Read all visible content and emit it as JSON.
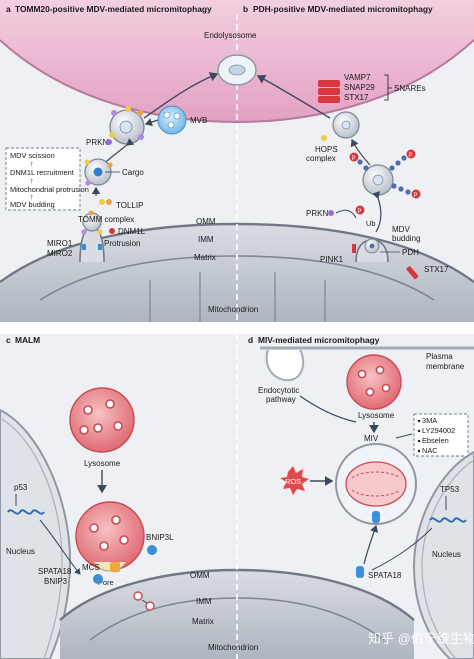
{
  "panels": {
    "a": {
      "letter": "a",
      "title": "TOMM20-positive MDV-mediated micromitophagy",
      "labels": {
        "endolysosome": "Endolysosome",
        "mvb": "MVB",
        "prkn": "PRKN",
        "cargo": "Cargo",
        "tollip": "TOLLIP",
        "tomm_complex": "TOMM complex",
        "dnm1l": "DNM1L",
        "miro1": "MIRO1",
        "miro2": "MIRO2",
        "protrusion": "Protrusion",
        "omm": "OMM",
        "imm": "IMM",
        "matrix": "Matrix",
        "mitochondrion": "Mitochondrion"
      },
      "steps": [
        "MDV scission",
        "DNM1L recruitment",
        "Mitochondrial protrusion",
        "MDV budding"
      ]
    },
    "b": {
      "letter": "b",
      "title": "PDH-positive MDV-mediated micromitophagy",
      "labels": {
        "vamp7": "VAMP7",
        "snap29": "SNAP29",
        "stx17_top": "STX17",
        "snares": "SNAREs",
        "hops_line1": "HOPS",
        "hops_line2": "complex",
        "prkn": "PRKN",
        "ub": "Ub",
        "mdv_line1": "MDV",
        "mdv_line2": "budding",
        "pink1": "PINK1",
        "pdh": "PDH",
        "stx17_bottom": "STX17",
        "p": "P"
      }
    },
    "c": {
      "letter": "c",
      "title": "MALM",
      "labels": {
        "lysosome": "Lysosome",
        "p53": "p53",
        "nucleus": "Nucleus",
        "spata18": "SPATA18",
        "bnip3": "BNIP3",
        "mcs": "MCS",
        "bnip3l": "BNIP3L",
        "pore": "Pore",
        "omm": "OMM",
        "imm": "IMM",
        "matrix": "Matrix",
        "mitochondrion": "Mitochondrion"
      }
    },
    "d": {
      "letter": "d",
      "title": "MIV-mediated micromitophagy",
      "labels": {
        "plasma_line1": "Plasma",
        "plasma_line2": "membrane",
        "endocytotic_line1": "Endocytotic",
        "endocytotic_line2": "pathway",
        "lysosome": "Lysosome",
        "miv": "MIV",
        "ros": "ROS",
        "tp53": "TP53",
        "nucleus": "Nucleus",
        "spata18": "SPATA18"
      },
      "inhibitors": [
        "3MA",
        "LY294002",
        "Ebselen",
        "NAC"
      ]
    }
  },
  "watermark": "知乎 @伯宁维生物",
  "colors": {
    "endolysosome_pink": "#e8a9c8",
    "lysosome_red": "#e06b73",
    "mitochondrion_gray": "#c8cdd4",
    "ros_red": "#e24a4a",
    "mvb_blue": "#8ec8ef",
    "phospho_red": "#d9363e"
  }
}
